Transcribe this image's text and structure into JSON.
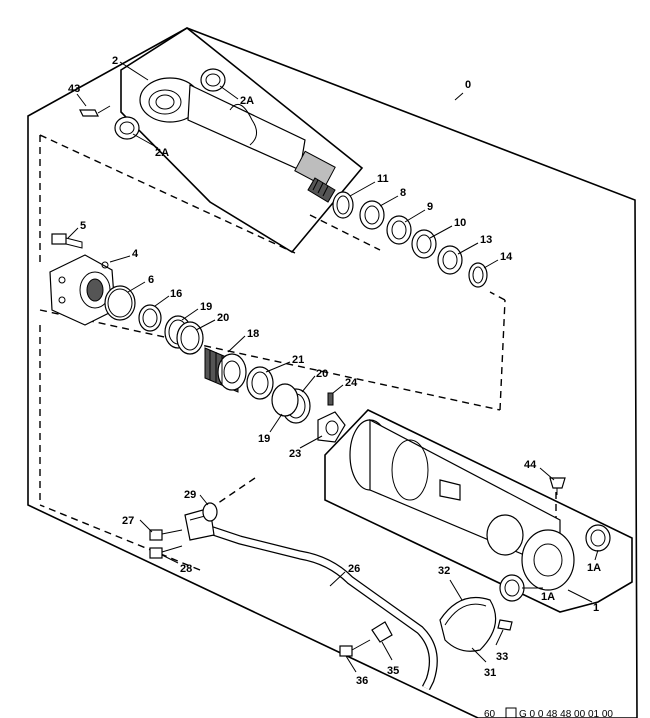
{
  "diagram": {
    "callouts": {
      "c0": "0",
      "c1": "1",
      "c1a_upper": "1A",
      "c1a_lower": "1A",
      "c2": "2",
      "c2a_upper": "2A",
      "c2a_lower": "2A",
      "c4": "4",
      "c5": "5",
      "c6": "6",
      "c8": "8",
      "c9": "9",
      "c10": "10",
      "c11": "11",
      "c13": "13",
      "c14": "14",
      "c16": "16",
      "c18": "18",
      "c19_upper": "19",
      "c19_lower": "19",
      "c20_upper": "20",
      "c20_lower": "20",
      "c21": "21",
      "c23": "23",
      "c24": "24",
      "c26": "26",
      "c27": "27",
      "c28": "28",
      "c29": "29",
      "c31": "31",
      "c32": "32",
      "c33": "33",
      "c35": "35",
      "c36": "36",
      "c43": "43",
      "c44": "44"
    },
    "footer": {
      "page_number": "60",
      "figure_code": "G 0 0 48 48 00 01 00"
    }
  }
}
